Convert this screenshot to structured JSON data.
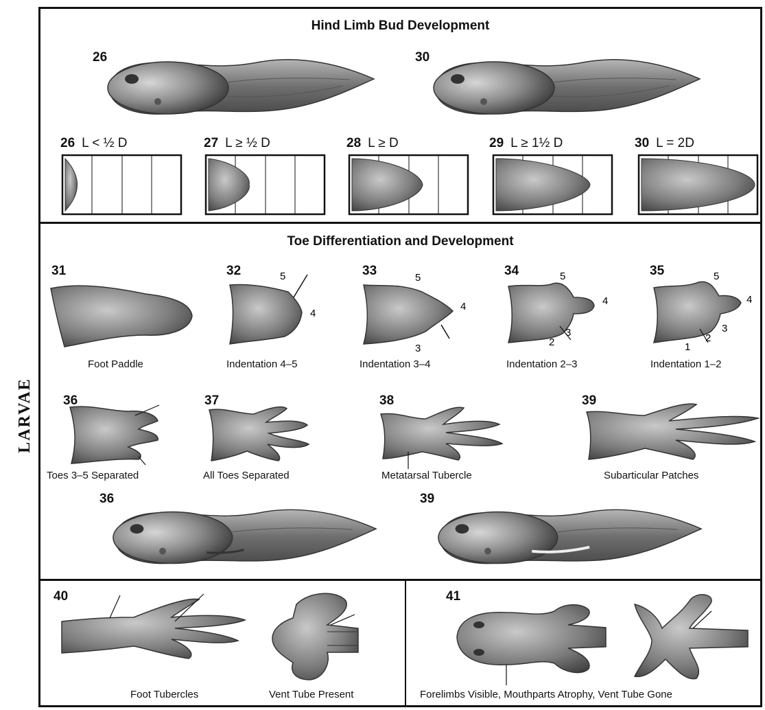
{
  "side_label": "LARVAE",
  "section1": {
    "title": "Hind Limb Bud Development",
    "tadpoles": [
      "26",
      "30"
    ],
    "buds": [
      {
        "stage": "26",
        "rule": "L < ½ D"
      },
      {
        "stage": "27",
        "rule": "L ≥ ½ D"
      },
      {
        "stage": "28",
        "rule": "L ≥ D"
      },
      {
        "stage": "29",
        "rule": "L ≥ 1½ D"
      },
      {
        "stage": "30",
        "rule": "L = 2D"
      }
    ]
  },
  "section2": {
    "title": "Toe Differentiation and Development",
    "row1": [
      {
        "stage": "31",
        "caption": "Foot Paddle"
      },
      {
        "stage": "32",
        "caption": "Indentation 4–5"
      },
      {
        "stage": "33",
        "caption": "Indentation 3–4"
      },
      {
        "stage": "34",
        "caption": "Indentation 2–3"
      },
      {
        "stage": "35",
        "caption": "Indentation 1–2"
      }
    ],
    "row2": [
      {
        "stage": "36",
        "caption": "Toes 3–5 Separated"
      },
      {
        "stage": "37",
        "caption": "All Toes Separated"
      },
      {
        "stage": "38",
        "caption": "Metatarsal Tubercle"
      },
      {
        "stage": "39",
        "caption": "Subarticular Patches"
      }
    ],
    "tadpoles": [
      "36",
      "39"
    ],
    "toe_numbers": {
      "s32": [
        "5",
        "4"
      ],
      "s33": [
        "5",
        "4",
        "3"
      ],
      "s34": [
        "5",
        "4",
        "3",
        "2"
      ],
      "s35": [
        "5",
        "4",
        "3",
        "2",
        "1"
      ]
    }
  },
  "section3": {
    "left": {
      "stage": "40",
      "caption_a": "Foot Tubercles",
      "caption_b": "Vent Tube Present"
    },
    "right": {
      "stage": "41",
      "caption": "Forelimbs Visible, Mouthparts Atrophy, Vent Tube Gone"
    }
  }
}
